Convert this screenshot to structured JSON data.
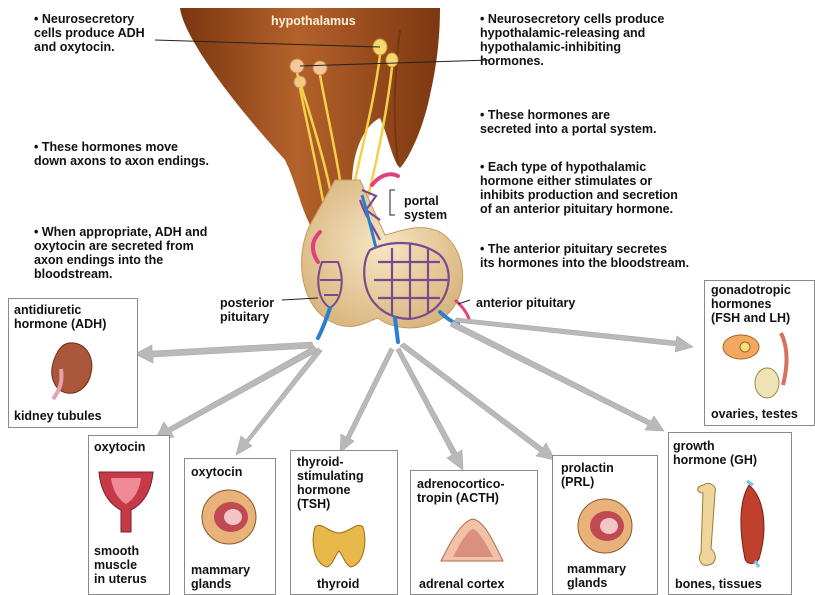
{
  "labels": {
    "hypothalamus": "hypothalamus",
    "portal_system": "portal\nsystem",
    "posterior_pituitary": "posterior\npituitary",
    "anterior_pituitary": "anterior pituitary"
  },
  "notes_left": [
    "Neurosecretory\ncells produce ADH\nand oxytocin.",
    "These hormones move\ndown axons to axon endings.",
    "When appropriate, ADH and\noxytocin are secreted from\naxon endings into the\nbloodstream."
  ],
  "notes_right": [
    "Neurosecretory cells produce\nhypothalamic-releasing and\nhypothalamic-inhibiting\nhormones.",
    "These hormones are\nsecreted into a portal system.",
    "Each type of hypothalamic\nhormone either stimulates or\ninhibits production and secretion\nof an anterior pituitary hormone.",
    "The anterior pituitary secretes\nits hormones into the bloodstream."
  ],
  "boxes": {
    "adh": {
      "hormone": "antidiuretic\nhormone (ADH)",
      "target": "kidney tubules",
      "icon": "kidney-icon"
    },
    "oxytocin_uterus": {
      "hormone": "oxytocin",
      "target": "smooth\nmuscle\nin uterus",
      "icon": "uterus-icon"
    },
    "oxytocin_mammary": {
      "hormone": "oxytocin",
      "target": "mammary\nglands",
      "icon": "mammary-gland-icon"
    },
    "tsh": {
      "hormone": "thyroid-\nstimulating\nhormone\n(TSH)",
      "target": "thyroid",
      "icon": "thyroid-icon"
    },
    "acth": {
      "hormone": "adrenocortico-\ntropin (ACTH)",
      "target": "adrenal cortex",
      "icon": "adrenal-cortex-icon"
    },
    "prl": {
      "hormone": "prolactin\n(PRL)",
      "target": "mammary\nglands",
      "icon": "mammary-gland-icon"
    },
    "gh": {
      "hormone": "growth\nhormone (GH)",
      "target": "bones, tissues",
      "icon": "bone-muscle-icon"
    },
    "gonadotropic": {
      "hormone": "gonadotropic\nhormones\n(FSH and LH)",
      "target": "ovaries, testes",
      "icon": "ovary-testis-icon"
    }
  },
  "colors": {
    "brain": "#9c4a1a",
    "axon": "#f3d04a",
    "artery": "#e0427c",
    "vein": "#2a7fd0",
    "capillary": "#7a4a8c",
    "arrow": "#b9b9b9"
  }
}
